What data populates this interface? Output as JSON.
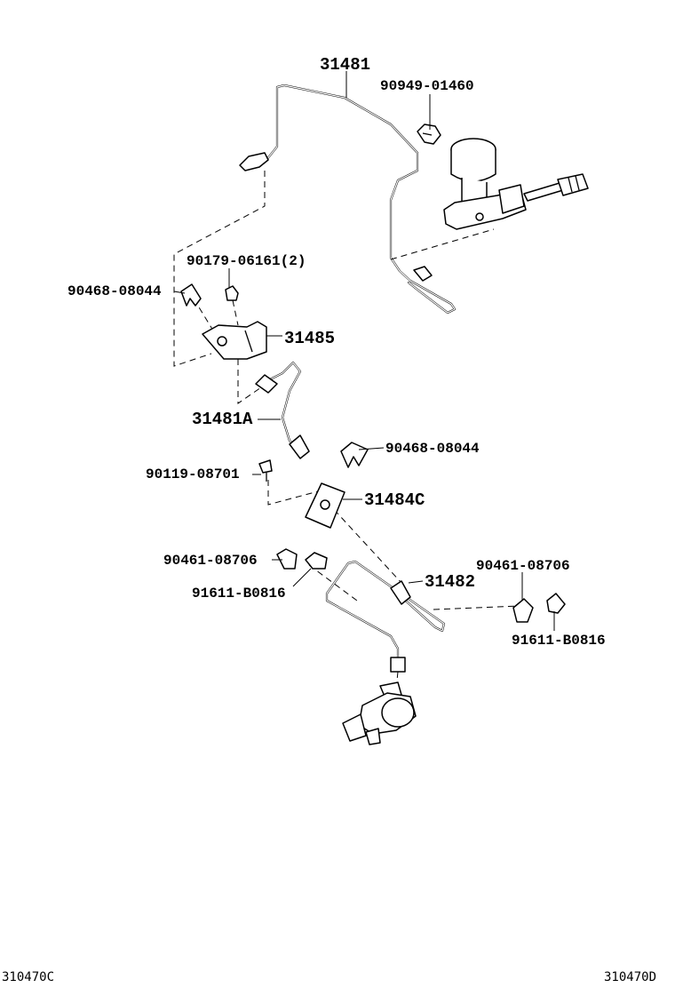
{
  "callouts": {
    "p31481": "31481",
    "p90949_01460": "90949-01460",
    "p90179_06161": "90179-06161(2)",
    "p90468_08044_left": "90468-08044",
    "p31485": "31485",
    "p31481A": "31481A",
    "p90468_08044_right": "90468-08044",
    "p90119_08701": "90119-08701",
    "p31484C": "31484C",
    "p90461_08706_left": "90461-08706",
    "p90461_08706_right": "90461-08706",
    "p31482": "31482",
    "p91611_B0816_left": "91611-B0816",
    "p91611_B0816_right": "91611-B0816"
  },
  "footer": {
    "left_code": "310470C",
    "right_code": "310470D"
  }
}
